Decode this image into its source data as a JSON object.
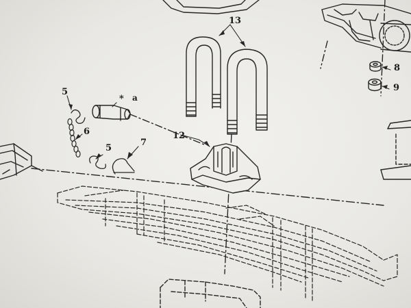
{
  "callouts": {
    "n13": "13",
    "n12": "12",
    "n5a": "5",
    "n5b": "5",
    "n6": "6",
    "n7": "7",
    "n8": "8",
    "n9": "9",
    "star": "*",
    "a": "a"
  }
}
